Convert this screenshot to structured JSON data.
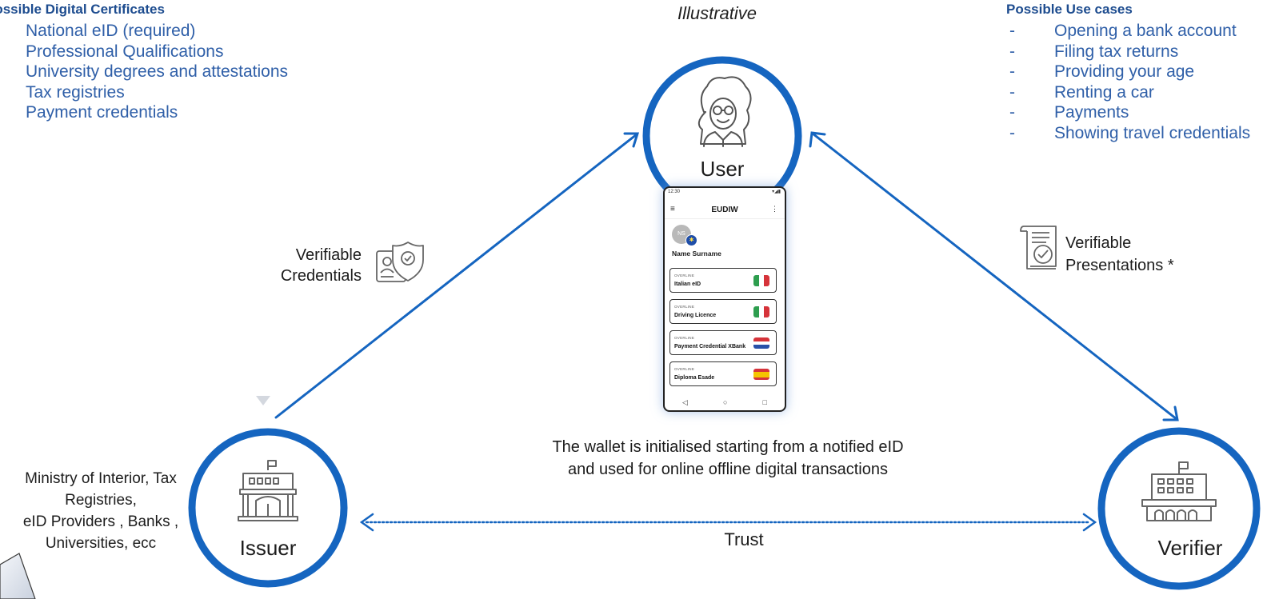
{
  "header": {
    "illustrative": "Illustrative"
  },
  "certificates": {
    "title": "Possible Digital Certificates",
    "items": [
      "National eID (required)",
      "Professional Qualifications",
      "University degrees and attestations",
      "Tax registries",
      "Payment credentials"
    ]
  },
  "use_cases": {
    "title": "Possible Use cases",
    "bullet": "-",
    "items": [
      "Opening a bank account",
      "Filing tax returns",
      "Providing your age",
      "Renting a car",
      "Payments",
      "Showing travel credentials"
    ]
  },
  "nodes": {
    "user": "User",
    "issuer": "Issuer",
    "verifier": "Verifier"
  },
  "edges": {
    "issuer_user_label_line1": "Verifiable",
    "issuer_user_label_line2": "Credentials",
    "user_verifier_label_line1": "Verifiable",
    "user_verifier_label_line2": "Presentations *",
    "trust": "Trust"
  },
  "issuer_examples": {
    "line1": "Ministry of Interior, Tax",
    "line2": "Registries,",
    "line3": "eID Providers , Banks ,",
    "line4": "Universities, ecc"
  },
  "wallet_note": {
    "line1": "The wallet is initialised starting from a notified eID",
    "line2": "and used for online offline digital transactions"
  },
  "phone": {
    "status_time": "12:30",
    "app_title": "EUDIW",
    "avatar_initials": "NS",
    "user_name": "Name Surname",
    "cards": [
      {
        "overline": "OVERLINE",
        "name": "Italian eID",
        "flag": "it"
      },
      {
        "overline": "OVERLINE",
        "name": "Driving Licence",
        "flag": "it"
      },
      {
        "overline": "OVERLINE",
        "name": "Payment Credential XBank",
        "flag": "nl"
      },
      {
        "overline": "OVERLINE",
        "name": "Diploma Esade",
        "flag": "es"
      }
    ],
    "nav": [
      "◁",
      "○",
      "□"
    ]
  },
  "colors": {
    "accent_blue": "#1565c0",
    "text_blue": "#2f5fa8",
    "title_blue": "#1d4c8f"
  }
}
